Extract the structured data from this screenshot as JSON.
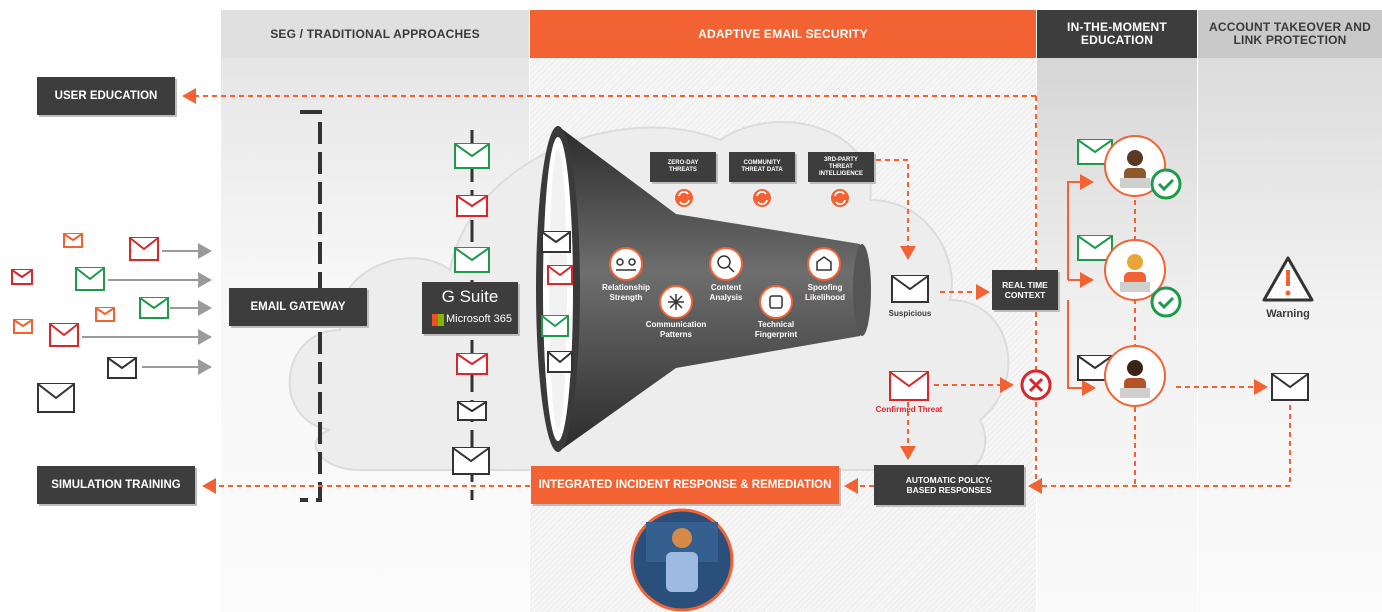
{
  "columns": {
    "seg": "SEG / TRADITIONAL APPROACHES",
    "adaptive": "ADAPTIVE EMAIL SECURITY",
    "education": "IN-THE-MOMENT EDUCATION",
    "ato": "ACCOUNT TAKEOVER AND LINK PROTECTION"
  },
  "boxes": {
    "user_education": "USER EDUCATION",
    "simulation_training": "SIMULATION TRAINING",
    "email_gateway": "EMAIL GATEWAY",
    "gsuite": "G Suite",
    "microsoft365": "Microsoft 365",
    "integrated_response": "INTEGRATED INCIDENT RESPONSE & REMEDIATION",
    "automatic_responses": "AUTOMATIC POLICY-BASED RESPONSES",
    "real_time_context": "REAL TIME CONTEXT"
  },
  "threat_feeds": [
    "ZERO-DAY THREATS",
    "COMMUNITY THREAT DATA",
    "3RD-PARTY THREAT INTELLIGENCE"
  ],
  "funnel_labels": {
    "relationship": "Relationship Strength",
    "communication": "Communication Patterns",
    "content": "Content Analysis",
    "technical": "Technical Fingerprint",
    "spoofing": "Spoofing Likelihood"
  },
  "status": {
    "suspicious": "Suspicious",
    "confirmed": "Confirmed Threat",
    "warning": "Warning"
  },
  "colors": {
    "orange": "#f26232",
    "dark": "#3d3d3d",
    "green": "#1f9a4a",
    "red": "#d9262b"
  }
}
